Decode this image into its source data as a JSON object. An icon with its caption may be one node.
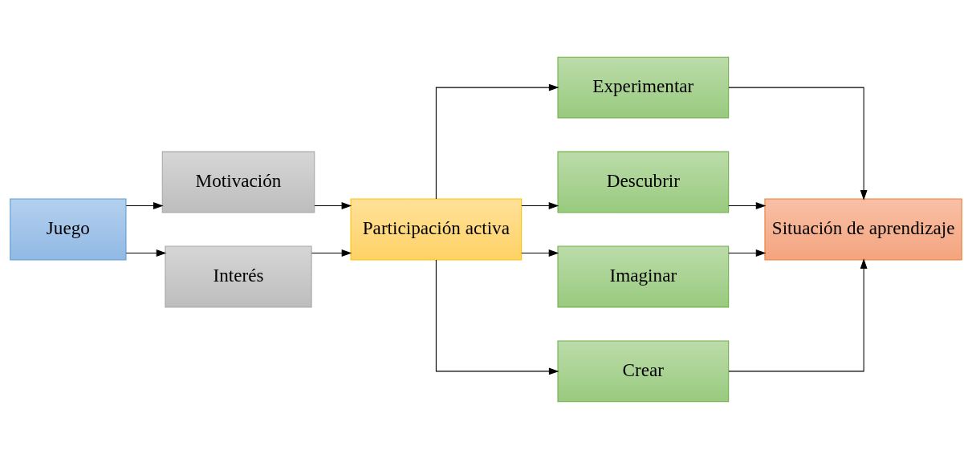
{
  "diagram": {
    "nodes": [
      {
        "text": [
          "Juego"
        ]
      },
      {
        "text": [
          "Motivación"
        ]
      },
      {
        "text": [
          "Interés"
        ]
      },
      {
        "text": [
          "Participación activa"
        ]
      },
      {
        "text": [
          "Experimentar"
        ]
      },
      {
        "text": [
          "Descubrir"
        ]
      },
      {
        "text": [
          "Imaginar"
        ]
      },
      {
        "text": [
          "Crear"
        ]
      },
      {
        "text": [
          "Situación de aprendizaje"
        ]
      }
    ],
    "edges": [
      {
        "from": 0,
        "to": 1,
        "arrow": "to"
      },
      {
        "from": 0,
        "to": 2,
        "arrow": "to"
      },
      {
        "from": 1,
        "to": 3,
        "arrow": "to"
      },
      {
        "from": 2,
        "to": 3,
        "arrow": "to"
      },
      {
        "from": 3,
        "to": 4,
        "arrow": "to"
      },
      {
        "from": 3,
        "to": 5,
        "arrow": "to"
      },
      {
        "from": 3,
        "to": 6,
        "arrow": "to"
      },
      {
        "from": 3,
        "to": 7,
        "arrow": "to"
      },
      {
        "from": 4,
        "to": 8,
        "arrow": "to"
      },
      {
        "from": 5,
        "to": 8,
        "arrow": "to"
      },
      {
        "from": 6,
        "to": 8,
        "arrow": "to"
      },
      {
        "from": 7,
        "to": 8,
        "arrow": "to"
      }
    ]
  }
}
